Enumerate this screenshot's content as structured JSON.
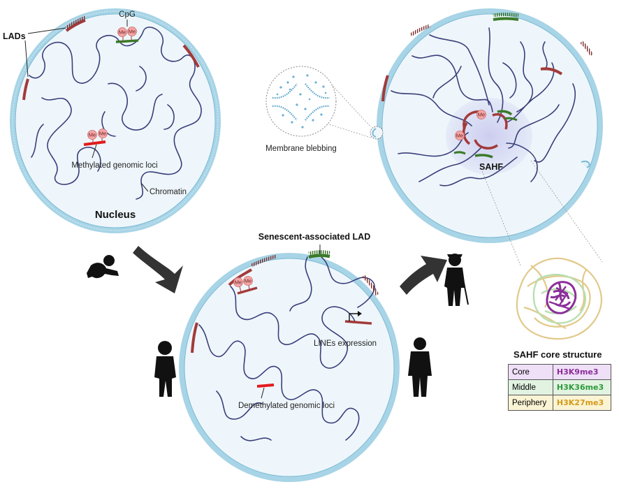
{
  "labels": {
    "lads": "LADs",
    "cpg": "CpG",
    "me": "Me",
    "methylated_loci": "Methylated genomic loci",
    "chromatin": "Chromatin",
    "nucleus": "Nucleus",
    "membrane_blebbing": "Membrane blebbing",
    "sahf": "SAHF",
    "senescent_lad": "Senescent-associated LAD",
    "lines_expression": "LINEs expression",
    "demethylated_loci": "Demethylated genomic loci",
    "sahf_core_title": "SAHF core structure"
  },
  "sahf_table": {
    "rows": [
      {
        "region": "Core",
        "mark": "H3K9me3",
        "bg": "#efdff7",
        "color": "#8b2f9a"
      },
      {
        "region": "Middle",
        "mark": "H3K36me3",
        "bg": "#e2f3e2",
        "color": "#2e9a3a"
      },
      {
        "region": "Periphery",
        "mark": "H3K27me3",
        "bg": "#fbf4d4",
        "color": "#d49a1a"
      }
    ]
  },
  "colors": {
    "membrane": "#a7d4e6",
    "nucleoplasm": "#eef6fb",
    "chromatin": "#3a3f7a",
    "lad": "#a33a3a",
    "senescent_lad": "#3a7a28",
    "methylated_locus": "#e21b1b",
    "arrow": "#333333"
  },
  "icons": [
    "crawling-baby-icon",
    "child-silhouette-icon",
    "adult-silhouette-icon",
    "elderly-silhouette-icon",
    "curved-arrow-icon",
    "transcription-arrow-icon"
  ]
}
